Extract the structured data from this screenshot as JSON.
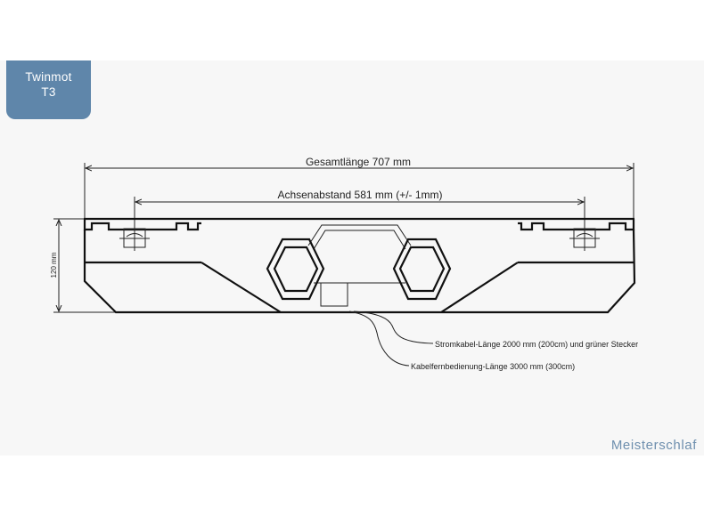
{
  "badge": {
    "line1": "Twinmot",
    "line2": "T3"
  },
  "brand": "Meisterschlaf",
  "dimensions": {
    "total_length": "Gesamtlänge 707 mm",
    "axle_distance": "Achsenabstand 581 mm (+/- 1mm)",
    "height": "120 mm"
  },
  "callouts": {
    "power_cable": "Stromkabel-Länge 2000 mm (200cm) und grüner Stecker",
    "remote_cable": "Kabelfernbedienung-Länge 3000 mm (300cm)"
  },
  "colors": {
    "badge": "#5f86aa",
    "brand": "#6e8fae",
    "background": "#f7f7f7"
  }
}
